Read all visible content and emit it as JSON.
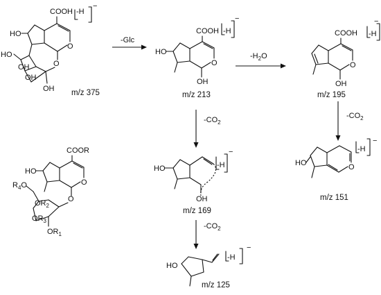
{
  "charge": "-H",
  "charge_sign": "−",
  "compounds": {
    "c375": {
      "label": "m/z 375",
      "cooh": "COOH",
      "ho": "HO",
      "oh1": "OH",
      "oh2": "OH",
      "oh3": "OH",
      "ho2": "HO",
      "o1": "O",
      "o2": "O"
    },
    "c213": {
      "label": "m/z 213",
      "cooh": "COOH",
      "ho": "HO",
      "o": "O",
      "oh": "OH"
    },
    "c195": {
      "label": "m/z 195",
      "cooh": "COOH",
      "o": "O",
      "oh": "OH"
    },
    "c169": {
      "label": "m/z 169",
      "ho": "HO",
      "oh": "OH"
    },
    "c151": {
      "label": "m/z 151",
      "ho": "HO",
      "o": "O"
    },
    "c125": {
      "label": "m/z 125",
      "ho": "HO"
    },
    "generic": {
      "coor": "COOR",
      "ho": "HO",
      "r4o": "R",
      "r4sub": "4",
      "r4o_tail": "O",
      "or2": "OR",
      "or2sub": "2",
      "or3": "OR",
      "or3sub": "3",
      "or1": "OR",
      "or1sub": "1",
      "o_ring": "O",
      "o_link": "O"
    }
  },
  "arrows": {
    "glc": "-Glc",
    "h2o_pre": "-H",
    "h2o_sub": "2",
    "h2o_post": "O",
    "co2_1_pre": "-CO",
    "co2_1_sub": "2",
    "co2_2_pre": "-CO",
    "co2_2_sub": "2",
    "co2_3_pre": "-CO",
    "co2_3_sub": "2"
  }
}
